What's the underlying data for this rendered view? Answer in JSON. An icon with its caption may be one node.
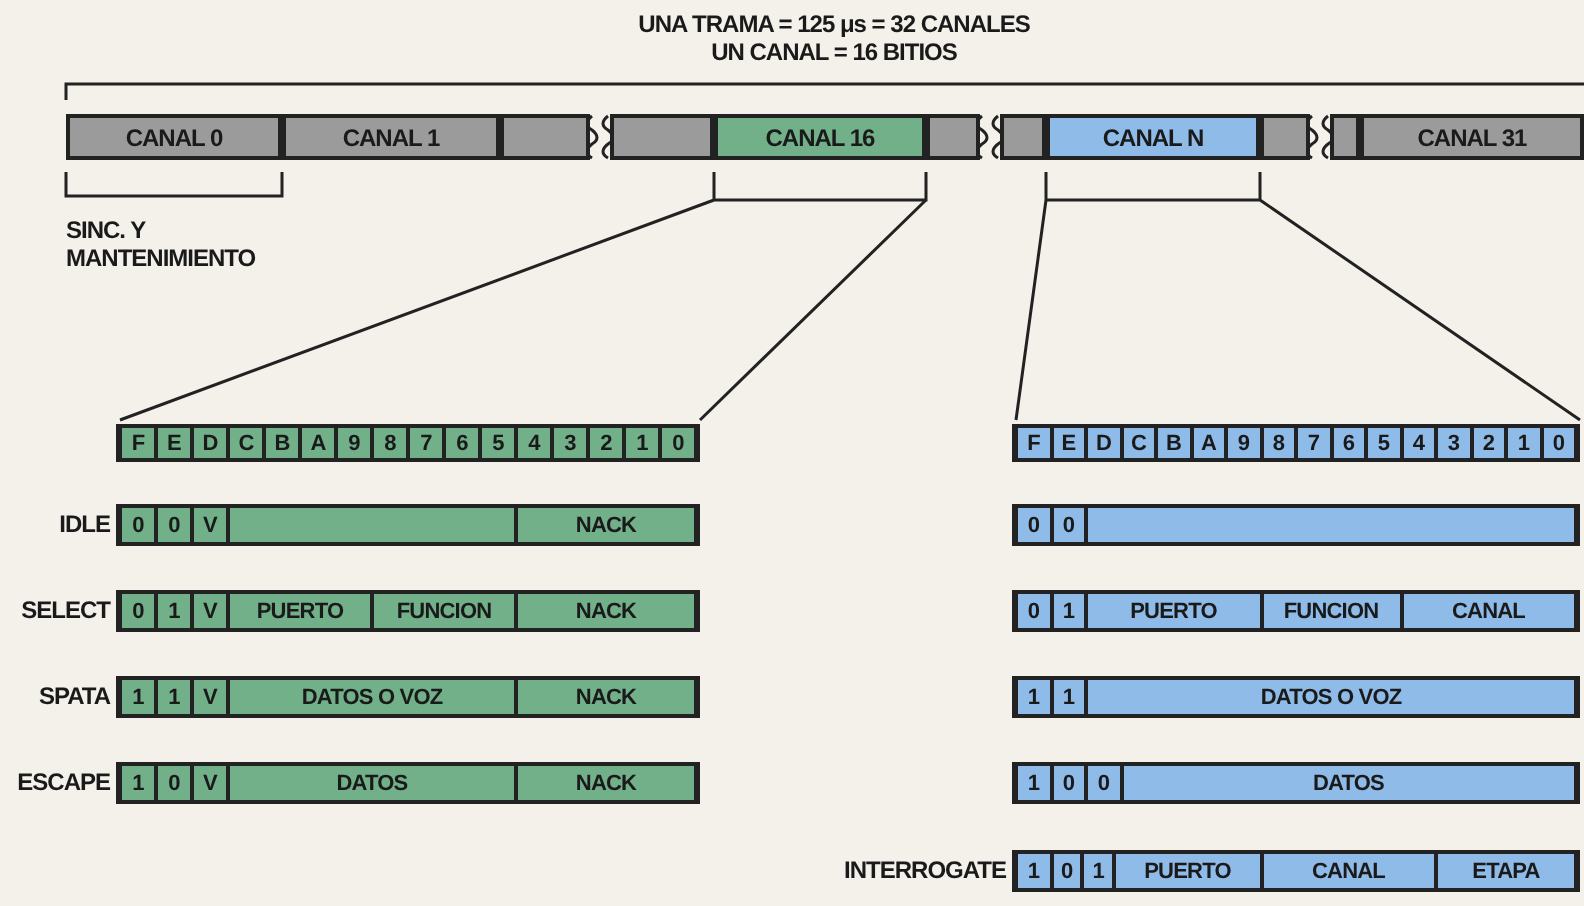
{
  "diagram": {
    "nodes": [
      {
        "text": [
          "CANAL 0"
        ]
      },
      {
        "text": [
          "CANAL 1"
        ]
      },
      {
        "text": [],
        "shape": "box"
      },
      {
        "text": [],
        "shape": "box"
      },
      {
        "text": [
          "CANAL 16"
        ]
      },
      {
        "text": [],
        "shape": "box"
      },
      {
        "text": [],
        "shape": "box"
      },
      {
        "text": [
          "CANAL N"
        ]
      },
      {
        "text": [],
        "shape": "box"
      },
      {
        "text": [],
        "shape": "box"
      },
      {
        "text": [
          "CANAL 31"
        ]
      },
      {
        "text": [],
        "shape": "bar"
      },
      {
        "text": [
          "F"
        ],
        "in": 11
      },
      {
        "text": [
          "E"
        ],
        "in": 11
      },
      {
        "text": [
          "D"
        ],
        "in": 11
      },
      {
        "text": [
          "C"
        ],
        "in": 11
      },
      {
        "text": [
          "B"
        ],
        "in": 11
      },
      {
        "text": [
          "A"
        ],
        "in": 11
      },
      {
        "text": [
          "9"
        ],
        "in": 11
      },
      {
        "text": [
          "8"
        ],
        "in": 11
      },
      {
        "text": [
          "7"
        ],
        "in": 11
      },
      {
        "text": [
          "6"
        ],
        "in": 11
      },
      {
        "text": [
          "5"
        ],
        "in": 11
      },
      {
        "text": [
          "4"
        ],
        "in": 11
      },
      {
        "text": [
          "3"
        ],
        "in": 11
      },
      {
        "text": [
          "2"
        ],
        "in": 11
      },
      {
        "text": [
          "1"
        ],
        "in": 11
      },
      {
        "text": [
          "0"
        ],
        "in": 11
      },
      {
        "text": [],
        "shape": "bar"
      },
      {
        "text": [
          "F"
        ],
        "in": 28
      },
      {
        "text": [
          "E"
        ],
        "in": 28
      },
      {
        "text": [
          "D"
        ],
        "in": 28
      },
      {
        "text": [
          "C"
        ],
        "in": 28
      },
      {
        "text": [
          "B"
        ],
        "in": 28
      },
      {
        "text": [
          "A"
        ],
        "in": 28
      },
      {
        "text": [
          "9"
        ],
        "in": 28
      },
      {
        "text": [
          "8"
        ],
        "in": 28
      },
      {
        "text": [
          "7"
        ],
        "in": 28
      },
      {
        "text": [
          "6"
        ],
        "in": 28
      },
      {
        "text": [
          "5"
        ],
        "in": 28
      },
      {
        "text": [
          "4"
        ],
        "in": 28
      },
      {
        "text": [
          "3"
        ],
        "in": 28
      },
      {
        "text": [
          "2"
        ],
        "in": 28
      },
      {
        "text": [
          "1"
        ],
        "in": 28
      },
      {
        "text": [
          "0"
        ],
        "in": 28
      },
      {
        "text": [],
        "shape": "bar",
        "beside": [
          "IDLE"
        ]
      },
      {
        "text": [
          "0"
        ],
        "in": 45
      },
      {
        "text": [
          "0"
        ],
        "in": 45
      },
      {
        "text": [
          "V"
        ],
        "in": 45
      },
      {
        "text": [],
        "shape": "box",
        "in": 45
      },
      {
        "text": [
          "NACK"
        ],
        "in": 45
      },
      {
        "text": [],
        "shape": "bar"
      },
      {
        "text": [
          "0"
        ],
        "in": 51
      },
      {
        "text": [
          "0"
        ],
        "in": 51
      },
      {
        "text": [],
        "shape": "box",
        "in": 51
      },
      {
        "text": [],
        "shape": "bar",
        "beside": [
          "SELECT"
        ]
      },
      {
        "text": [
          "0"
        ],
        "in": 55
      },
      {
        "text": [
          "1"
        ],
        "in": 55
      },
      {
        "text": [
          "V"
        ],
        "in": 55
      },
      {
        "text": [
          "PUERTO"
        ],
        "in": 55
      },
      {
        "text": [
          "FUNCION"
        ],
        "in": 55
      },
      {
        "text": [
          "NACK"
        ],
        "in": 55
      },
      {
        "text": [],
        "shape": "bar"
      },
      {
        "text": [
          "0"
        ],
        "in": 62
      },
      {
        "text": [
          "1"
        ],
        "in": 62
      },
      {
        "text": [
          "PUERTO"
        ],
        "in": 62
      },
      {
        "text": [
          "FUNCION"
        ],
        "in": 62
      },
      {
        "text": [
          "CANAL"
        ],
        "in": 62
      },
      {
        "text": [],
        "shape": "bar",
        "beside": [
          "SPATA"
        ]
      },
      {
        "text": [
          "1"
        ],
        "in": 68
      },
      {
        "text": [
          "1"
        ],
        "in": 68
      },
      {
        "text": [
          "V"
        ],
        "in": 68
      },
      {
        "text": [
          "DATOS O VOZ"
        ],
        "in": 68
      },
      {
        "text": [
          "NACK"
        ],
        "in": 68
      },
      {
        "text": [],
        "shape": "bar"
      },
      {
        "text": [
          "1"
        ],
        "in": 74
      },
      {
        "text": [
          "1"
        ],
        "in": 74
      },
      {
        "text": [
          "DATOS O VOZ"
        ],
        "in": 74
      },
      {
        "text": [],
        "shape": "bar",
        "beside": [
          "ESCAPE"
        ]
      },
      {
        "text": [
          "1"
        ],
        "in": 78
      },
      {
        "text": [
          "0"
        ],
        "in": 78
      },
      {
        "text": [
          "V"
        ],
        "in": 78
      },
      {
        "text": [
          "DATOS"
        ],
        "in": 78
      },
      {
        "text": [
          "NACK"
        ],
        "in": 78
      },
      {
        "text": [],
        "shape": "bar"
      },
      {
        "text": [
          "1"
        ],
        "in": 84
      },
      {
        "text": [
          "0"
        ],
        "in": 84
      },
      {
        "text": [
          "0"
        ],
        "in": 84
      },
      {
        "text": [
          "DATOS"
        ],
        "in": 84
      },
      {
        "text": [],
        "shape": "bar",
        "beside": [
          "INTERROGATE"
        ]
      },
      {
        "text": [
          "1"
        ],
        "in": 89
      },
      {
        "text": [
          "0"
        ],
        "in": 89
      },
      {
        "text": [
          "1"
        ],
        "in": 89
      },
      {
        "text": [
          "PUERTO"
        ],
        "in": 89
      },
      {
        "text": [
          "CANAL"
        ],
        "in": 89
      },
      {
        "text": [
          "ETAPA"
        ],
        "in": 89
      }
    ],
    "labels": [
      "UNA TRAMA = 125 μs = 32 CANALES",
      "UN CANAL = 16 BITIOS",
      "SINC. Y MANTENIMIENTO"
    ]
  }
}
